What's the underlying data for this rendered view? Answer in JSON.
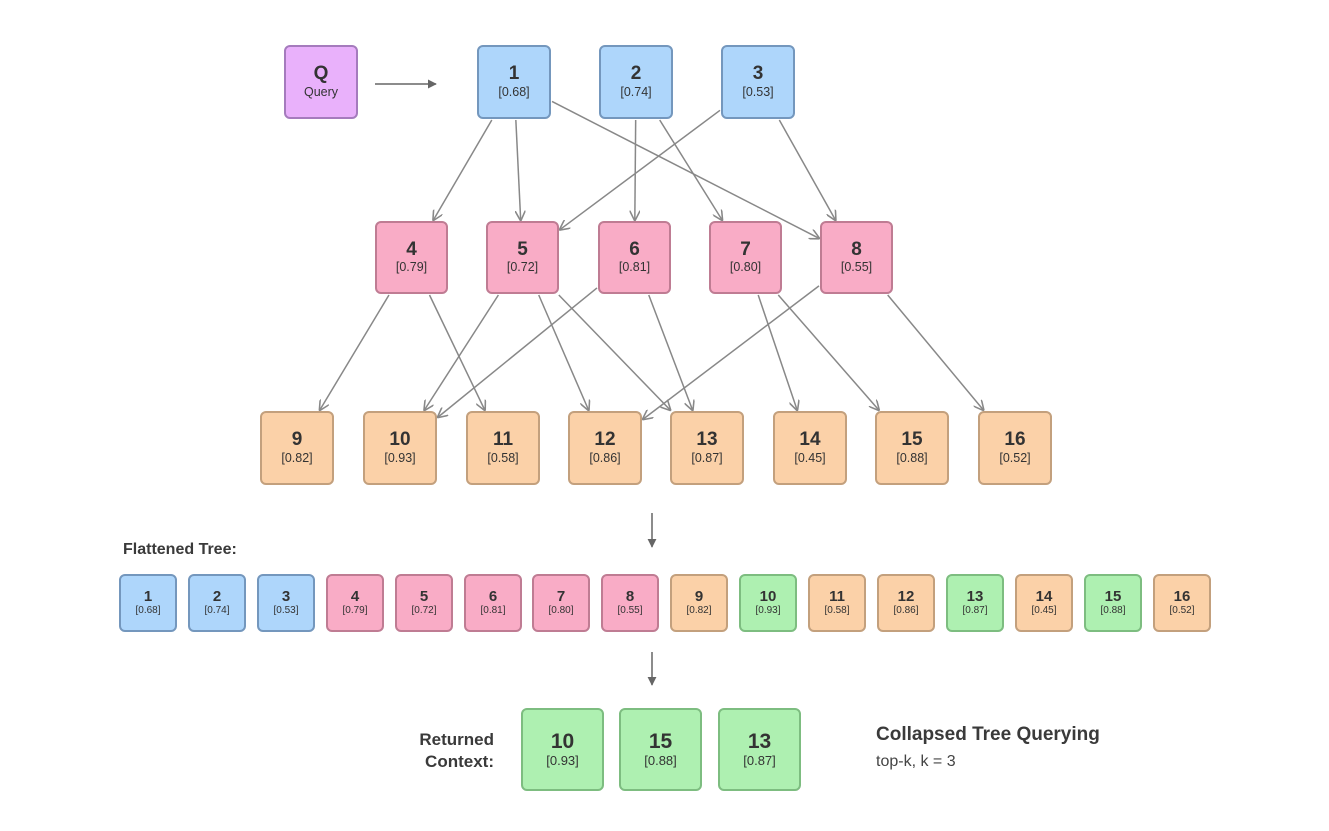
{
  "query": {
    "id": "Q",
    "label": "Query"
  },
  "tree": {
    "level1": [
      {
        "id": "1",
        "score": "[0.68]"
      },
      {
        "id": "2",
        "score": "[0.74]"
      },
      {
        "id": "3",
        "score": "[0.53]"
      }
    ],
    "level2": [
      {
        "id": "4",
        "score": "[0.79]"
      },
      {
        "id": "5",
        "score": "[0.72]"
      },
      {
        "id": "6",
        "score": "[0.81]"
      },
      {
        "id": "7",
        "score": "[0.80]"
      },
      {
        "id": "8",
        "score": "[0.55]"
      }
    ],
    "level3": [
      {
        "id": "9",
        "score": "[0.82]"
      },
      {
        "id": "10",
        "score": "[0.93]"
      },
      {
        "id": "11",
        "score": "[0.58]"
      },
      {
        "id": "12",
        "score": "[0.86]"
      },
      {
        "id": "13",
        "score": "[0.87]"
      },
      {
        "id": "14",
        "score": "[0.45]"
      },
      {
        "id": "15",
        "score": "[0.88]"
      },
      {
        "id": "16",
        "score": "[0.52]"
      }
    ],
    "edges": [
      [
        "1",
        "4"
      ],
      [
        "1",
        "5"
      ],
      [
        "1",
        "8"
      ],
      [
        "2",
        "6"
      ],
      [
        "2",
        "7"
      ],
      [
        "3",
        "5"
      ],
      [
        "3",
        "8"
      ],
      [
        "4",
        "9"
      ],
      [
        "4",
        "11"
      ],
      [
        "5",
        "10"
      ],
      [
        "5",
        "12"
      ],
      [
        "5",
        "13"
      ],
      [
        "6",
        "10"
      ],
      [
        "6",
        "13"
      ],
      [
        "7",
        "14"
      ],
      [
        "7",
        "15"
      ],
      [
        "8",
        "12"
      ],
      [
        "8",
        "16"
      ]
    ]
  },
  "flattened": {
    "title": "Flattened Tree:",
    "items": [
      {
        "id": "1",
        "score": "[0.68]",
        "tier": "top"
      },
      {
        "id": "2",
        "score": "[0.74]",
        "tier": "top"
      },
      {
        "id": "3",
        "score": "[0.53]",
        "tier": "top"
      },
      {
        "id": "4",
        "score": "[0.79]",
        "tier": "mid"
      },
      {
        "id": "5",
        "score": "[0.72]",
        "tier": "mid"
      },
      {
        "id": "6",
        "score": "[0.81]",
        "tier": "mid"
      },
      {
        "id": "7",
        "score": "[0.80]",
        "tier": "mid"
      },
      {
        "id": "8",
        "score": "[0.55]",
        "tier": "mid"
      },
      {
        "id": "9",
        "score": "[0.82]",
        "tier": "leaf"
      },
      {
        "id": "10",
        "score": "[0.93]",
        "tier": "sel"
      },
      {
        "id": "11",
        "score": "[0.58]",
        "tier": "leaf"
      },
      {
        "id": "12",
        "score": "[0.86]",
        "tier": "leaf"
      },
      {
        "id": "13",
        "score": "[0.87]",
        "tier": "sel"
      },
      {
        "id": "14",
        "score": "[0.45]",
        "tier": "leaf"
      },
      {
        "id": "15",
        "score": "[0.88]",
        "tier": "sel"
      },
      {
        "id": "16",
        "score": "[0.52]",
        "tier": "leaf"
      }
    ]
  },
  "returned": {
    "label_line1": "Returned",
    "label_line2": "Context:",
    "items": [
      {
        "id": "10",
        "score": "[0.93]"
      },
      {
        "id": "15",
        "score": "[0.88]"
      },
      {
        "id": "13",
        "score": "[0.87]"
      }
    ]
  },
  "method": {
    "title": "Collapsed Tree Querying",
    "subtitle": "top-k, k = 3"
  },
  "colors": {
    "top_fill": "#aed6fb",
    "mid_fill": "#f9acc6",
    "leaf_fill": "#fbd1a8",
    "selected_fill": "#aef0b1",
    "query_fill": "#e9b1fb",
    "arrow": "#888888"
  }
}
